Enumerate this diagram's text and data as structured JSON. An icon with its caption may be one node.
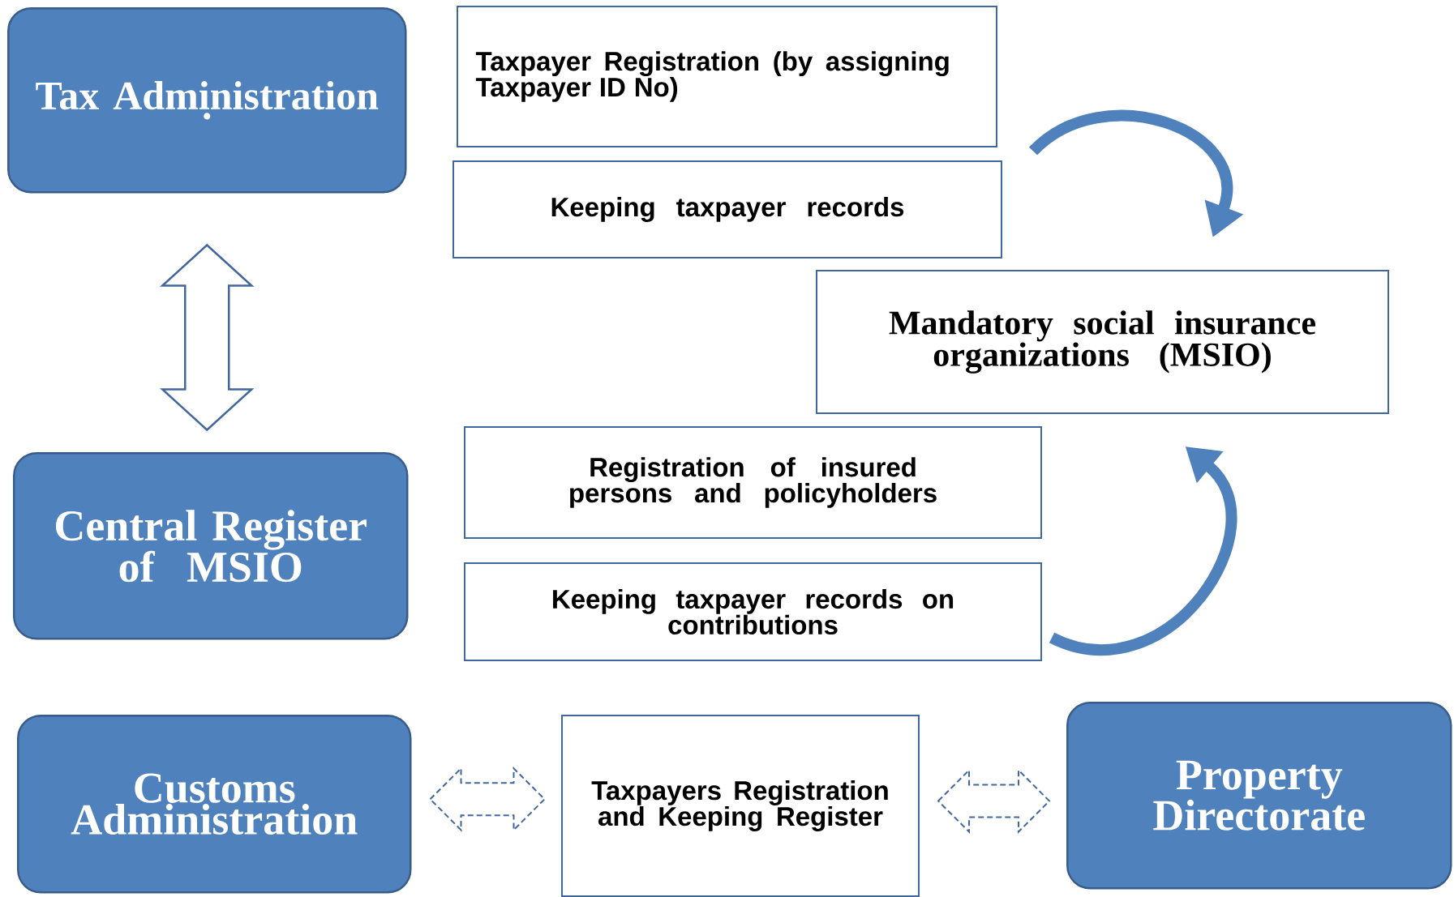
{
  "diagram": {
    "nodes": [
      {
        "text": [
          "Tax Administration ."
        ]
      },
      {
        "text": [
          "Taxpayer Registration (by assigning Taxpayer ID No)"
        ]
      },
      {
        "text": [
          "Keeping taxpayer records"
        ]
      },
      {
        "text": [
          "Mandatory social insurance organizations (MSIO)"
        ]
      },
      {
        "text": [
          "Central Register of MSIO"
        ]
      },
      {
        "text": [
          "Registration of insured persons and policyholders"
        ]
      },
      {
        "text": [
          "Keeping taxpayer records on contributions"
        ]
      },
      {
        "text": [
          "Customs Administration"
        ]
      },
      {
        "text": [
          "Taxpayers Registration and Keeping Register"
        ]
      },
      {
        "text": [
          "Property Directorate"
        ]
      }
    ],
    "edges": [
      {
        "from": 0,
        "to": 4,
        "arrow": "both"
      },
      {
        "from": 2,
        "to": 3,
        "arrow": "to"
      },
      {
        "from": 6,
        "to": 3,
        "arrow": "to"
      },
      {
        "from": 7,
        "to": 8,
        "arrow": "both",
        "style": "dashed"
      },
      {
        "from": 8,
        "to": 9,
        "arrow": "both",
        "style": "dashed"
      }
    ]
  }
}
